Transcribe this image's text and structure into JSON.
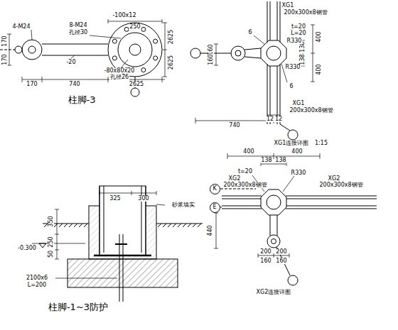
{
  "diagram": {
    "nodes": [
      {
        "text": [
          "K"
        ]
      },
      {
        "text": [
          "E"
        ]
      }
    ],
    "labels": [
      "4-M24",
      "8-M24",
      "孔径30",
      "-100x12",
      "250",
      "170",
      "170",
      "-20",
      "2625",
      "2625",
      "-80x80x20",
      "孔径26",
      "170",
      "740",
      "2625",
      "柱脚-3",
      "XG1",
      "200x300x8钢管",
      "t=20",
      "L=20",
      "6",
      "6",
      "138",
      "138",
      "400",
      "400",
      "160",
      "160",
      "R330",
      "R330",
      "12",
      "12",
      "XG1",
      "200x300x8钢管",
      "740",
      "XG1连接详图",
      "1:15",
      "400",
      "400",
      "138",
      "138",
      "t=20",
      "R330",
      "XG2",
      "200x300x8钢管",
      "XG2",
      "200x300x8钢管",
      "440",
      "200",
      "200",
      "160",
      "160",
      "XG2连接详图",
      "325",
      "300",
      "砂浆填实",
      "350",
      "250",
      "50",
      "-0.300",
      "2100x6",
      "L=200",
      "柱脚-1~3防护"
    ]
  }
}
